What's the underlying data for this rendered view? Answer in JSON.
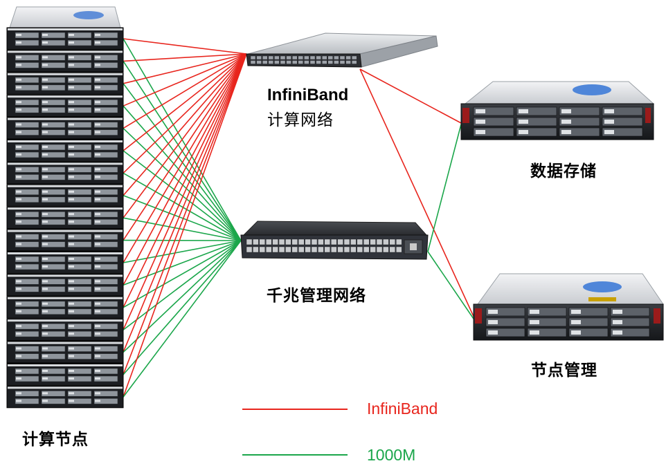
{
  "nodes": {
    "ib_switch": {
      "title": "InfiniBand",
      "subtitle": "计算网络"
    },
    "mgmt_switch": {
      "label": "千兆管理网络"
    },
    "storage": {
      "label": "数据存储"
    },
    "node_mgmt": {
      "label": "节点管理"
    },
    "compute": {
      "label": "计算节点",
      "count": 17
    }
  },
  "legend": [
    {
      "label": "InfiniBand",
      "color": "#e8251d"
    },
    {
      "label": "1000M",
      "color": "#1aa64a"
    }
  ],
  "colors": {
    "infiniband": "#e8251d",
    "gigabit": "#1aa64a"
  }
}
